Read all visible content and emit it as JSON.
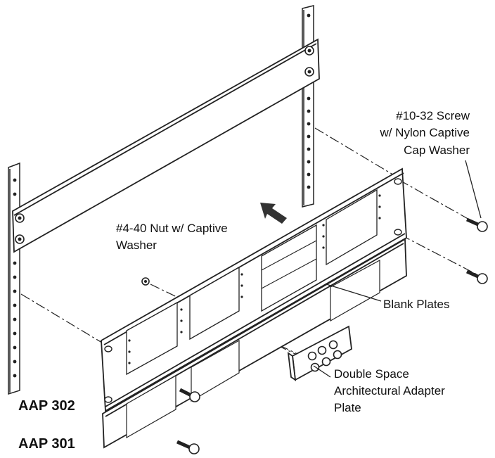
{
  "labels": {
    "screw_line1": "#10-32 Screw",
    "screw_line2": "w/ Nylon Captive",
    "screw_line3": "Cap Washer",
    "nut_line1": "#4-40 Nut w/ Captive",
    "nut_line2": "Washer",
    "blank_plates": "Blank Plates",
    "adapter_line1": "Double Space",
    "adapter_line2": "Architectural Adapter",
    "adapter_line3": "Plate",
    "aap302": "AAP 302",
    "aap301": "AAP 301"
  }
}
